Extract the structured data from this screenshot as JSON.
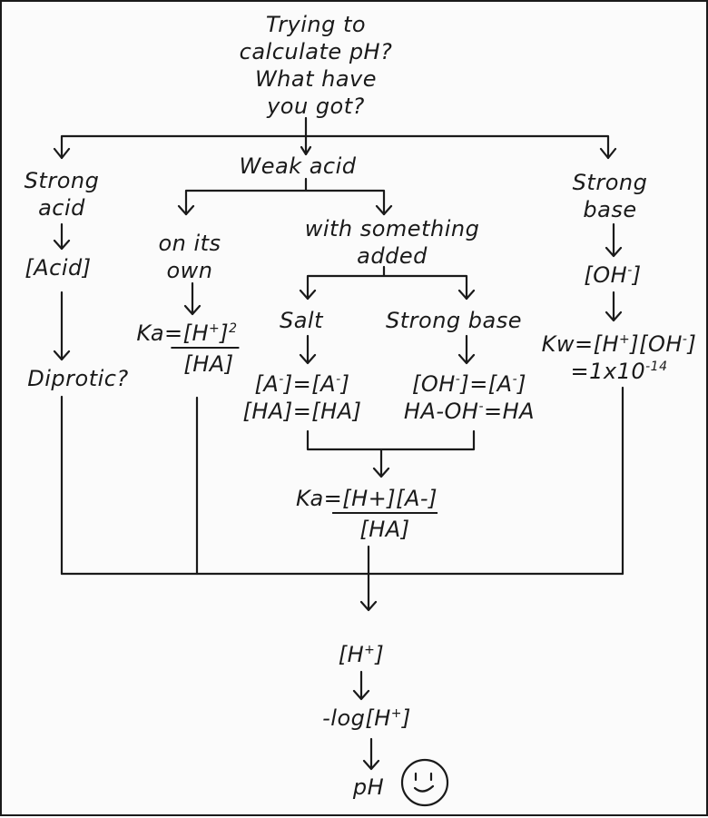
{
  "start": {
    "line1": "Trying to",
    "line2": "calculate pH?",
    "line3": "What have",
    "line4": "you got?"
  },
  "strong_acid": {
    "line1": "Strong",
    "line2": "acid",
    "concentration": "[Acid]",
    "question": "Diprotic?"
  },
  "weak_acid": {
    "label": "Weak acid",
    "own": {
      "line1": "on its",
      "line2": "own",
      "ka_prefix": "Ka=[H",
      "ka_sup": "+",
      "ka_suffix": "]",
      "ka_exp": "2",
      "denominator": "[HA]"
    },
    "added": {
      "line1": "with something",
      "line2": "added"
    },
    "salt": {
      "label": "Salt",
      "eq1_a": "[A",
      "eq1_sup1": "-",
      "eq1_b": "]=[A",
      "eq1_sup2": "-",
      "eq1_c": "]",
      "eq2": "[HA]=[HA]"
    },
    "strong_base": {
      "label": "Strong base",
      "eq1_a": "[OH",
      "eq1_sup1": "-",
      "eq1_b": "]=[A",
      "eq1_sup2": "-",
      "eq1_c": "]",
      "eq2_a": "HA-OH",
      "eq2_sup": "-",
      "eq2_b": "=HA"
    },
    "ka": {
      "numerator": "Ka=[H+][A-]",
      "denominator": "[HA]"
    }
  },
  "strong_base": {
    "line1": "Strong",
    "line2": "base",
    "oh_a": "[OH",
    "oh_sup": "-",
    "oh_b": "]",
    "kw_a": "Kw=[H",
    "kw_sup1": "+",
    "kw_b": "][OH",
    "kw_sup2": "-",
    "kw_c": "]",
    "kw_val": "=1x10",
    "kw_exp": "-14"
  },
  "result": {
    "h_a": "[H",
    "h_sup": "+",
    "h_b": "]",
    "log_a": "-log[H",
    "log_sup": "+",
    "log_b": "]",
    "ph": "pH"
  },
  "icons": {
    "smiley": "smiley-face-icon"
  }
}
